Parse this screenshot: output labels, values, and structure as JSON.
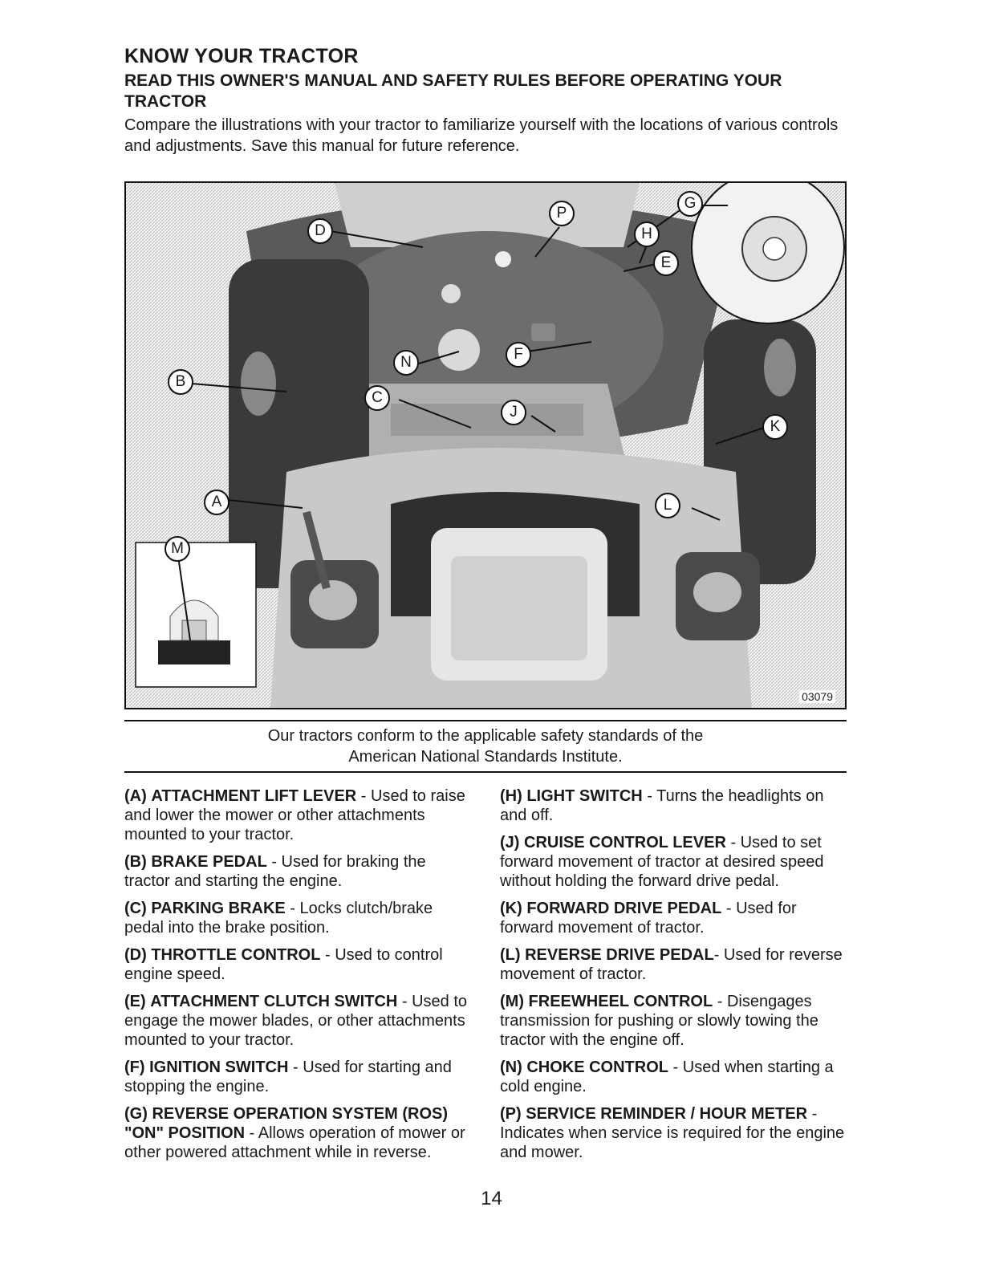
{
  "heading": "KNOW YOUR TRACTOR",
  "subheading": "READ THIS OWNER'S MANUAL AND SAFETY RULES BEFORE OPERATING YOUR TRACTOR",
  "intro": "Compare the illustrations with your tractor to familiarize yourself with the locations of various controls and adjustments. Save this manual for future reference.",
  "figure": {
    "code": "03079",
    "callouts": [
      "A",
      "B",
      "C",
      "D",
      "E",
      "F",
      "G",
      "H",
      "J",
      "K",
      "L",
      "M",
      "N",
      "P"
    ]
  },
  "conformance": [
    "Our tractors conform to the applicable safety standards of the",
    "American National Standards Institute."
  ],
  "items_left": [
    {
      "key": "(A)",
      "term": "ATTACHMENT LIFT LEVER",
      "desc": " - Used to raise and lower the mower or other attachments mounted to your tractor."
    },
    {
      "key": "(B)",
      "term": "BRAKE PEDAL",
      "desc": " - Used for braking the tractor and starting the engine."
    },
    {
      "key": "(C)",
      "term": "PARKING BRAKE",
      "desc": " - Locks clutch/brake pedal into the brake position."
    },
    {
      "key": "(D)",
      "term": "THROTTLE CONTROL",
      "desc": " - Used to control engine speed."
    },
    {
      "key": "(E)",
      "term": "ATTACHMENT CLUTCH SWITCH",
      "desc": " - Used to engage the mower blades, or other attachments mounted to your tractor."
    },
    {
      "key": "(F)",
      "term": "IGNITION SWITCH",
      "desc": " - Used for starting and stopping the engine."
    },
    {
      "key": "(G)",
      "term": "REVERSE OPERATION SYSTEM (ROS) \"ON\" POSITION",
      "desc": " - Allows operation of mower or other powered attachment while in reverse."
    }
  ],
  "items_right": [
    {
      "key": "(H)",
      "term": "LIGHT SWITCH",
      "desc": " - Turns the headlights on and off."
    },
    {
      "key": "(J)",
      "term": "CRUISE CONTROL LEVER",
      "desc": " - Used to set forward movement of tractor at desired speed without holding the forward drive pedal."
    },
    {
      "key": "(K)",
      "term": "FORWARD DRIVE PEDAL",
      "desc": " - Used for forward movement of tractor."
    },
    {
      "key": "(L)",
      "term": "REVERSE DRIVE PEDAL",
      "desc": "- Used for reverse movement of tractor."
    },
    {
      "key": "(M)",
      "term": "FREEWHEEL CONTROL",
      "desc": " - Disengages transmission for pushing or slowly towing the tractor with the engine off."
    },
    {
      "key": "(N)",
      "term": "CHOKE CONTROL",
      "desc": " - Used when starting a cold engine."
    },
    {
      "key": "(P)",
      "term": "SERVICE REMINDER / HOUR METER",
      "desc": " - Indicates when service is required for the engine and mower."
    }
  ],
  "page_number": "14"
}
